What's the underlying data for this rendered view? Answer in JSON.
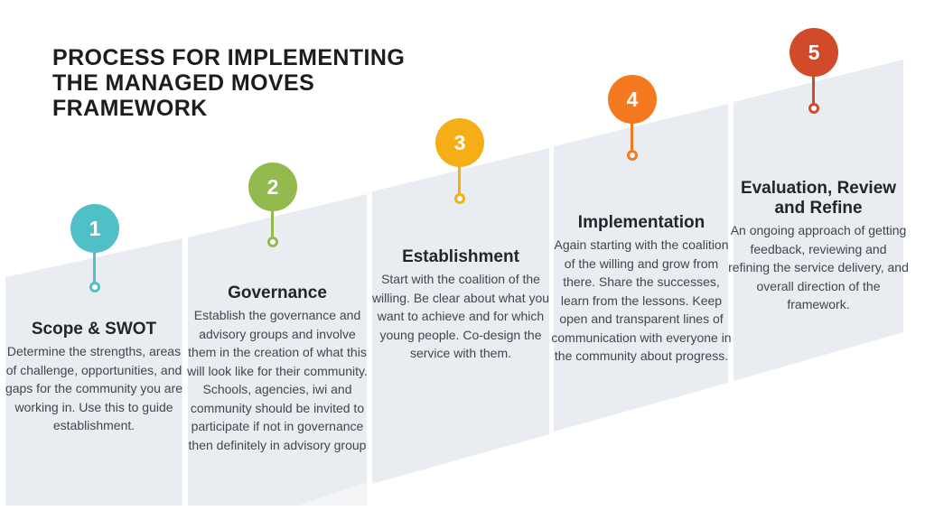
{
  "colors": {
    "panel": "#e9edf1",
    "background": "#ffffff",
    "main_title_text": "#1d1d1b",
    "step_title_text": "#20262c",
    "step_body_text": "#3f464e"
  },
  "title": {
    "lines": [
      "PROCESS FOR IMPLEMENTING",
      "THE MANAGED MOVES",
      "FRAMEWORK"
    ]
  },
  "steps": [
    {
      "number": "1",
      "label": "Scope & SWOT",
      "color": "#4ec0c6",
      "description": "Determine the strengths, areas of challenge, opportunities, and gaps for the community you are working in.  Use this to guide establishment."
    },
    {
      "number": "2",
      "label": "Governance",
      "color": "#93ba4e",
      "description": "Establish the governance and advisory groups and involve them in the creation of what this will look like for their community.  Schools, agencies, iwi and community should be invited to participate if not in governance then definitely in advisory group"
    },
    {
      "number": "3",
      "label": "Establishment",
      "color": "#f6ae17",
      "description": "Start with the coalition of the willing.  Be clear about what you want to achieve and for which young people.  Co-design the service with them."
    },
    {
      "number": "4",
      "label": "Implementation",
      "color": "#f4791f",
      "description": "Again starting with the coalition of the willing and grow from there.  Share the successes, learn from the lessons.  Keep open and transparent lines of communication with everyone in the community about progress."
    },
    {
      "number": "5",
      "label": "Evaluation, Review and Refine",
      "color": "#d14a2a",
      "description": "An ongoing approach of getting feedback, reviewing and refining the service delivery, and overall direction of the framework."
    }
  ]
}
